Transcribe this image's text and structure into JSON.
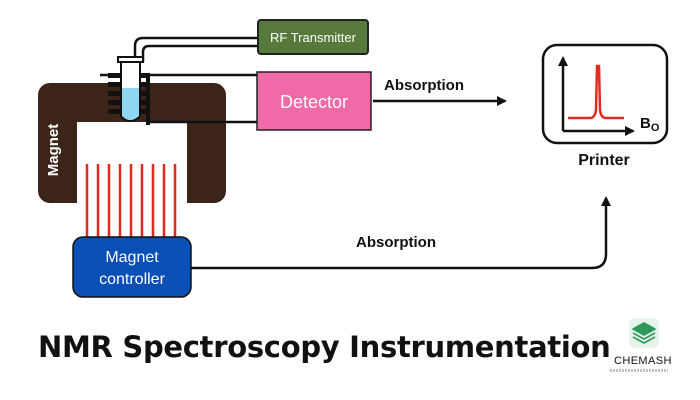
{
  "diagram": {
    "rf_transmitter": "RF Transmitter",
    "detector": "Detector",
    "magnet": "Magnet",
    "magnet_controller_line1": "Magnet",
    "magnet_controller_line2": "controller",
    "absorption_top": "Absorption",
    "absorption_bottom": "Absorption",
    "printer": "Printer",
    "field_symbol": "B",
    "field_subscript": "O"
  },
  "title": "NMR Spectroscopy Instrumentation",
  "logo": {
    "brand": "CHEMASH",
    "icon": "layers-icon"
  },
  "colors": {
    "magnet": "#3d2418",
    "coil": "#e02c1f",
    "detector": "#f06aa7",
    "rf_transmitter": "#577a3c",
    "controller": "#0a4fb5",
    "spectrum_peak": "#e02c1f",
    "sample_tube": "#8fd6f0",
    "logo_icon": "#2e9a5a"
  }
}
